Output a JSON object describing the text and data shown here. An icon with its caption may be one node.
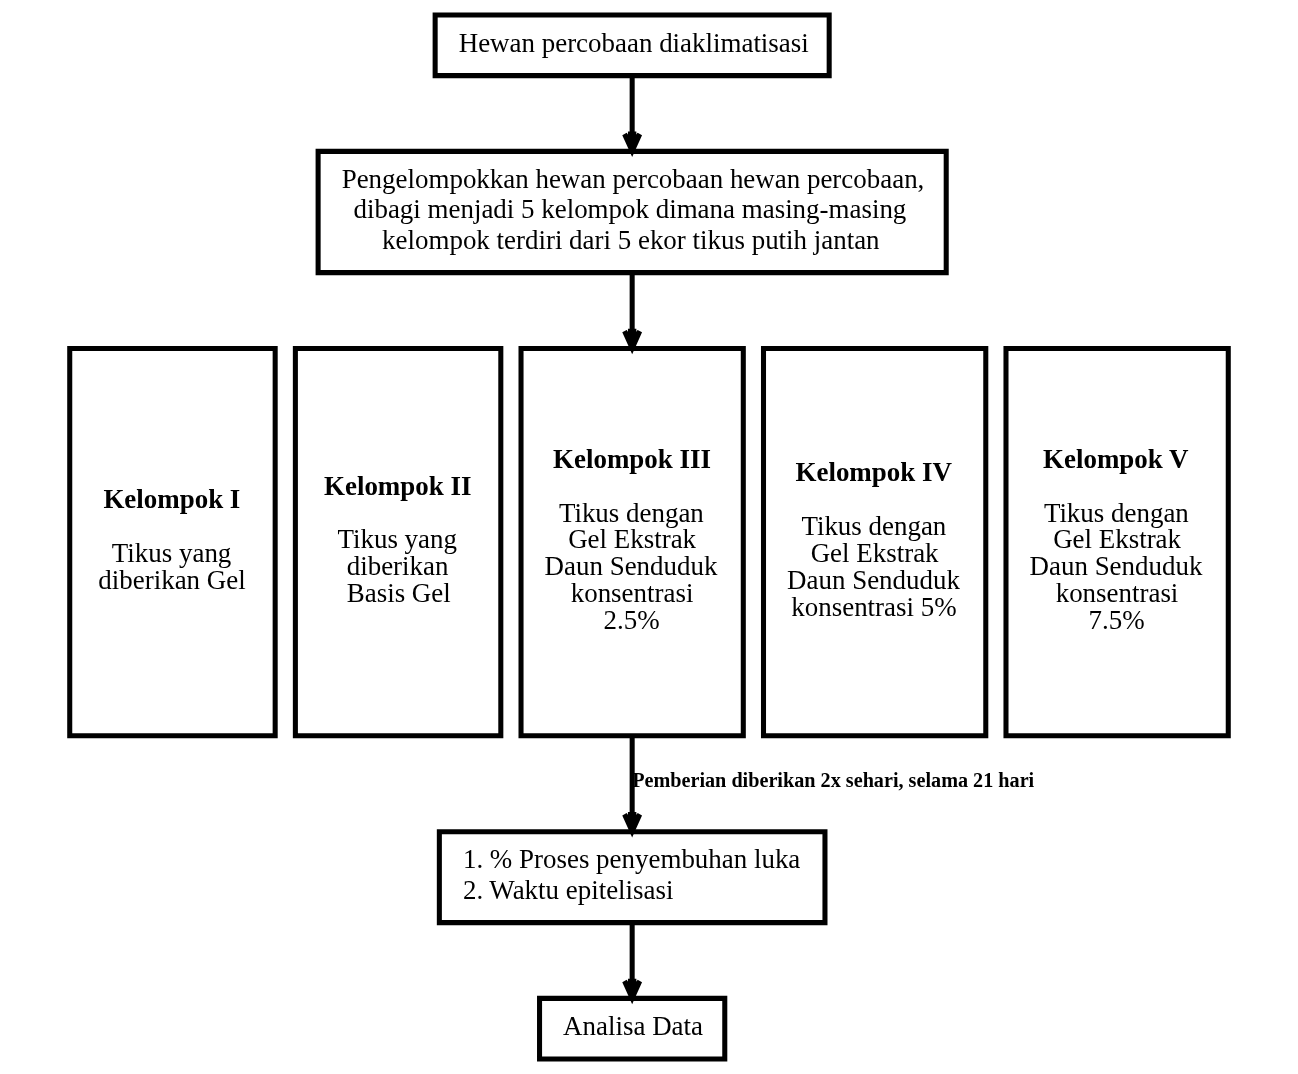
{
  "diagram": {
    "nodes": [
      {
        "text": [
          "Hewan percobaan diaklimatisasi"
        ]
      },
      {
        "text": [
          "Pengelompokkan hewan percobaan hewan percobaan, dibagi menjadi 5 kelompok dimana masing-masing kelompok terdiri dari 5 ekor tikus putih jantan"
        ]
      },
      {
        "text": [
          "Kelompok I",
          "Tikus yang diberikan Gel"
        ]
      },
      {
        "text": [
          "Kelompok II",
          "Tikus yang diberikan Basis Gel"
        ]
      },
      {
        "text": [
          "Kelompok III",
          "Tikus dengan Gel Ekstrak Daun Senduduk konsentrasi 2.5%"
        ]
      },
      {
        "text": [
          "Kelompok IV",
          "Tikus dengan Gel Ekstrak Daun Senduduk konsentrasi 5%"
        ]
      },
      {
        "text": [
          "Kelompok V",
          "Tikus dengan Gel Ekstrak Daun Senduduk konsentrasi 7.5%"
        ]
      },
      {
        "text": [
          "1. % Proses penyembuhan luka",
          "2. Waktu epitelisasi"
        ]
      },
      {
        "text": [
          "Analisa Data"
        ]
      }
    ],
    "edges": [
      {
        "from": 0,
        "to": 1,
        "arrow": "to"
      },
      {
        "from": 1,
        "to": 4,
        "arrow": "to"
      },
      {
        "from": 4,
        "to": 7,
        "arrow": "to",
        "label": "Pemberian diberikan 2x sehari, selama 21 hari"
      },
      {
        "from": 7,
        "to": 8,
        "arrow": "to"
      }
    ]
  }
}
